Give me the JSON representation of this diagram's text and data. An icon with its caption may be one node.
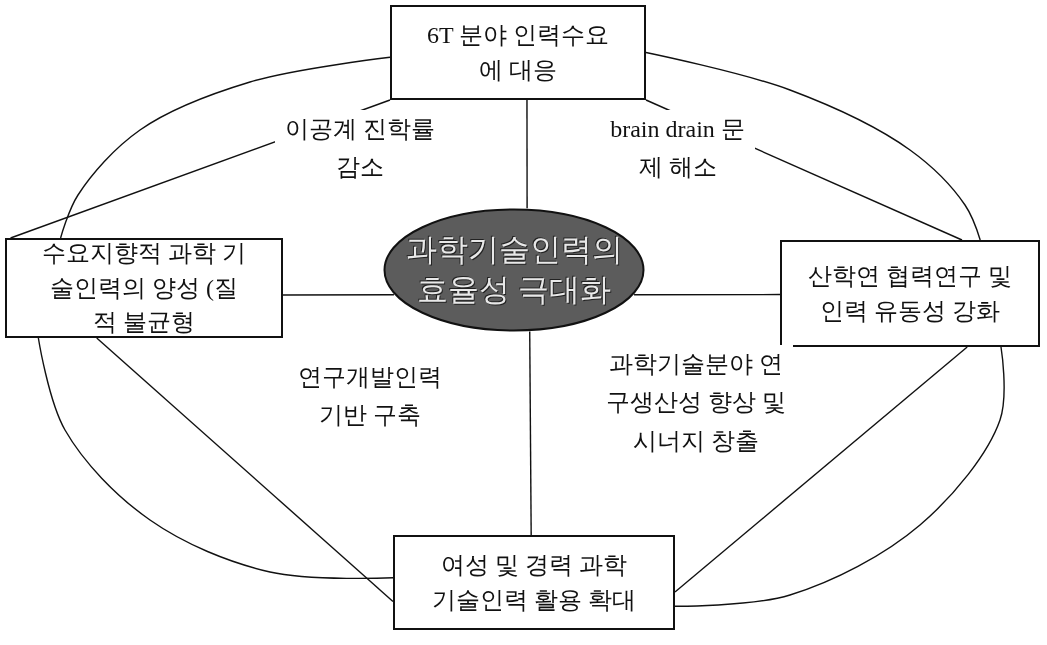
{
  "diagram": {
    "nodes": [
      {
        "text": [
          "6T 분야 인력수요에 대응"
        ]
      },
      {
        "text": [
          "수요지향적 과학 기술인력의 양성 (질적 불균형"
        ]
      },
      {
        "text": [
          "과학기술인력의 효율성 극대화"
        ]
      },
      {
        "text": [
          "산학연 협력연구 및 인력 유동성 강화"
        ]
      },
      {
        "text": [
          "여성 및 경력 과학 기술인력 활용 확대"
        ]
      }
    ],
    "edges": [
      {
        "from": 0,
        "to": 2,
        "arrow": "none"
      },
      {
        "from": 1,
        "to": 2,
        "arrow": "none"
      },
      {
        "from": 2,
        "to": 3,
        "arrow": "none"
      },
      {
        "from": 2,
        "to": 4,
        "arrow": "none"
      },
      {
        "from": 0,
        "to": 1,
        "arrow": "none"
      },
      {
        "from": 0,
        "to": 1,
        "arrow": "none"
      },
      {
        "from": 0,
        "to": 3,
        "arrow": "none"
      },
      {
        "from": 0,
        "to": 3,
        "arrow": "none"
      },
      {
        "from": 1,
        "to": 4,
        "arrow": "none"
      },
      {
        "from": 1,
        "to": 4,
        "arrow": "none"
      },
      {
        "from": 3,
        "to": 4,
        "arrow": "none"
      },
      {
        "from": 3,
        "to": 4,
        "arrow": "none"
      }
    ],
    "labels": [
      "이공계 진학률 감소",
      "brain drain 문제 해소",
      "연구개발인력 기반 구축",
      "과학기술분야 연구생산성 향상 및 시너지 창출"
    ]
  }
}
